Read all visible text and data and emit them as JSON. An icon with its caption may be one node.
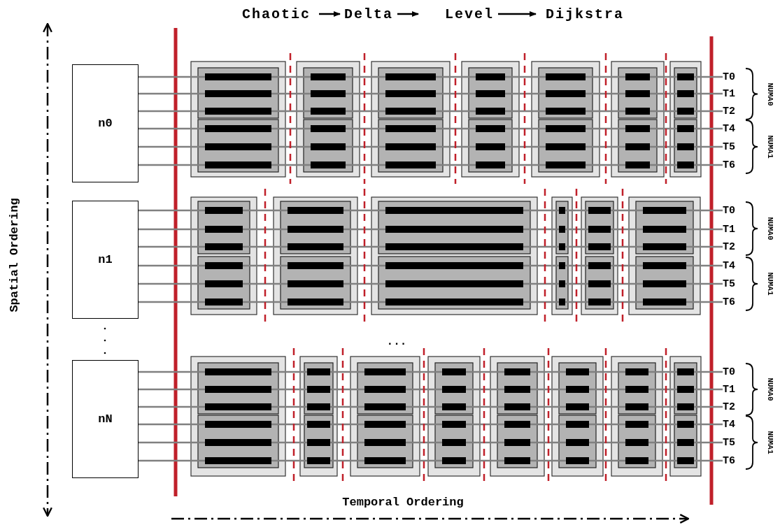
{
  "diagram": {
    "nodes": [
      {
        "text": [
          "Chaotic"
        ]
      },
      {
        "text": [
          "Delta"
        ]
      },
      {
        "text": [
          "Level"
        ]
      },
      {
        "text": [
          "Dijkstra"
        ]
      },
      {
        "text": [
          "n0"
        ]
      },
      {
        "text": [
          "n1"
        ]
      },
      {
        "text": [
          "nN"
        ]
      },
      {
        "text": [
          "T0"
        ]
      },
      {
        "text": [
          "T1"
        ]
      },
      {
        "text": [
          "T2"
        ]
      },
      {
        "text": [
          "T4"
        ]
      },
      {
        "text": [
          "T5"
        ]
      },
      {
        "text": [
          "T6"
        ]
      },
      {
        "text": [
          "T0"
        ]
      },
      {
        "text": [
          "T1"
        ]
      },
      {
        "text": [
          "T2"
        ]
      },
      {
        "text": [
          "T4"
        ]
      },
      {
        "text": [
          "T5"
        ]
      },
      {
        "text": [
          "T6"
        ]
      },
      {
        "text": [
          "T0"
        ]
      },
      {
        "text": [
          "T1"
        ]
      },
      {
        "text": [
          "T2"
        ]
      },
      {
        "text": [
          "T4"
        ]
      },
      {
        "text": [
          "T5"
        ]
      },
      {
        "text": [
          "T6"
        ]
      }
    ],
    "edges": [
      {
        "from": 0,
        "to": 1,
        "arrow": "to",
        "color": "#000000"
      },
      {
        "from": 1,
        "to": 2,
        "arrow": "to",
        "color": "#000000"
      },
      {
        "from": 2,
        "to": 3,
        "arrow": "to",
        "color": "#000000"
      },
      {
        "from": 4,
        "to": 7,
        "arrow": "none"
      },
      {
        "from": 4,
        "to": 8,
        "arrow": "none"
      },
      {
        "from": 4,
        "to": 9,
        "arrow": "none"
      },
      {
        "from": 4,
        "to": 10,
        "arrow": "none"
      },
      {
        "from": 4,
        "to": 11,
        "arrow": "none"
      },
      {
        "from": 4,
        "to": 12,
        "arrow": "none"
      },
      {
        "from": 5,
        "to": 13,
        "arrow": "none"
      },
      {
        "from": 5,
        "to": 14,
        "arrow": "none"
      },
      {
        "from": 5,
        "to": 15,
        "arrow": "none"
      },
      {
        "from": 5,
        "to": 16,
        "arrow": "none"
      },
      {
        "from": 5,
        "to": 17,
        "arrow": "none"
      },
      {
        "from": 5,
        "to": 18,
        "arrow": "none"
      },
      {
        "from": 6,
        "to": 19,
        "arrow": "none"
      },
      {
        "from": 6,
        "to": 20,
        "arrow": "none"
      },
      {
        "from": 6,
        "to": 21,
        "arrow": "none"
      },
      {
        "from": 6,
        "to": 22,
        "arrow": "none"
      },
      {
        "from": 6,
        "to": 23,
        "arrow": "none"
      },
      {
        "from": 6,
        "to": 24,
        "arrow": "none"
      }
    ],
    "labels": [
      "Spatial Ordering",
      "NUMA0",
      "NUMA1",
      "NUMA0",
      "NUMA1",
      "...",
      "NUMA0",
      "NUMA1",
      "Temporal Ordering"
    ]
  }
}
